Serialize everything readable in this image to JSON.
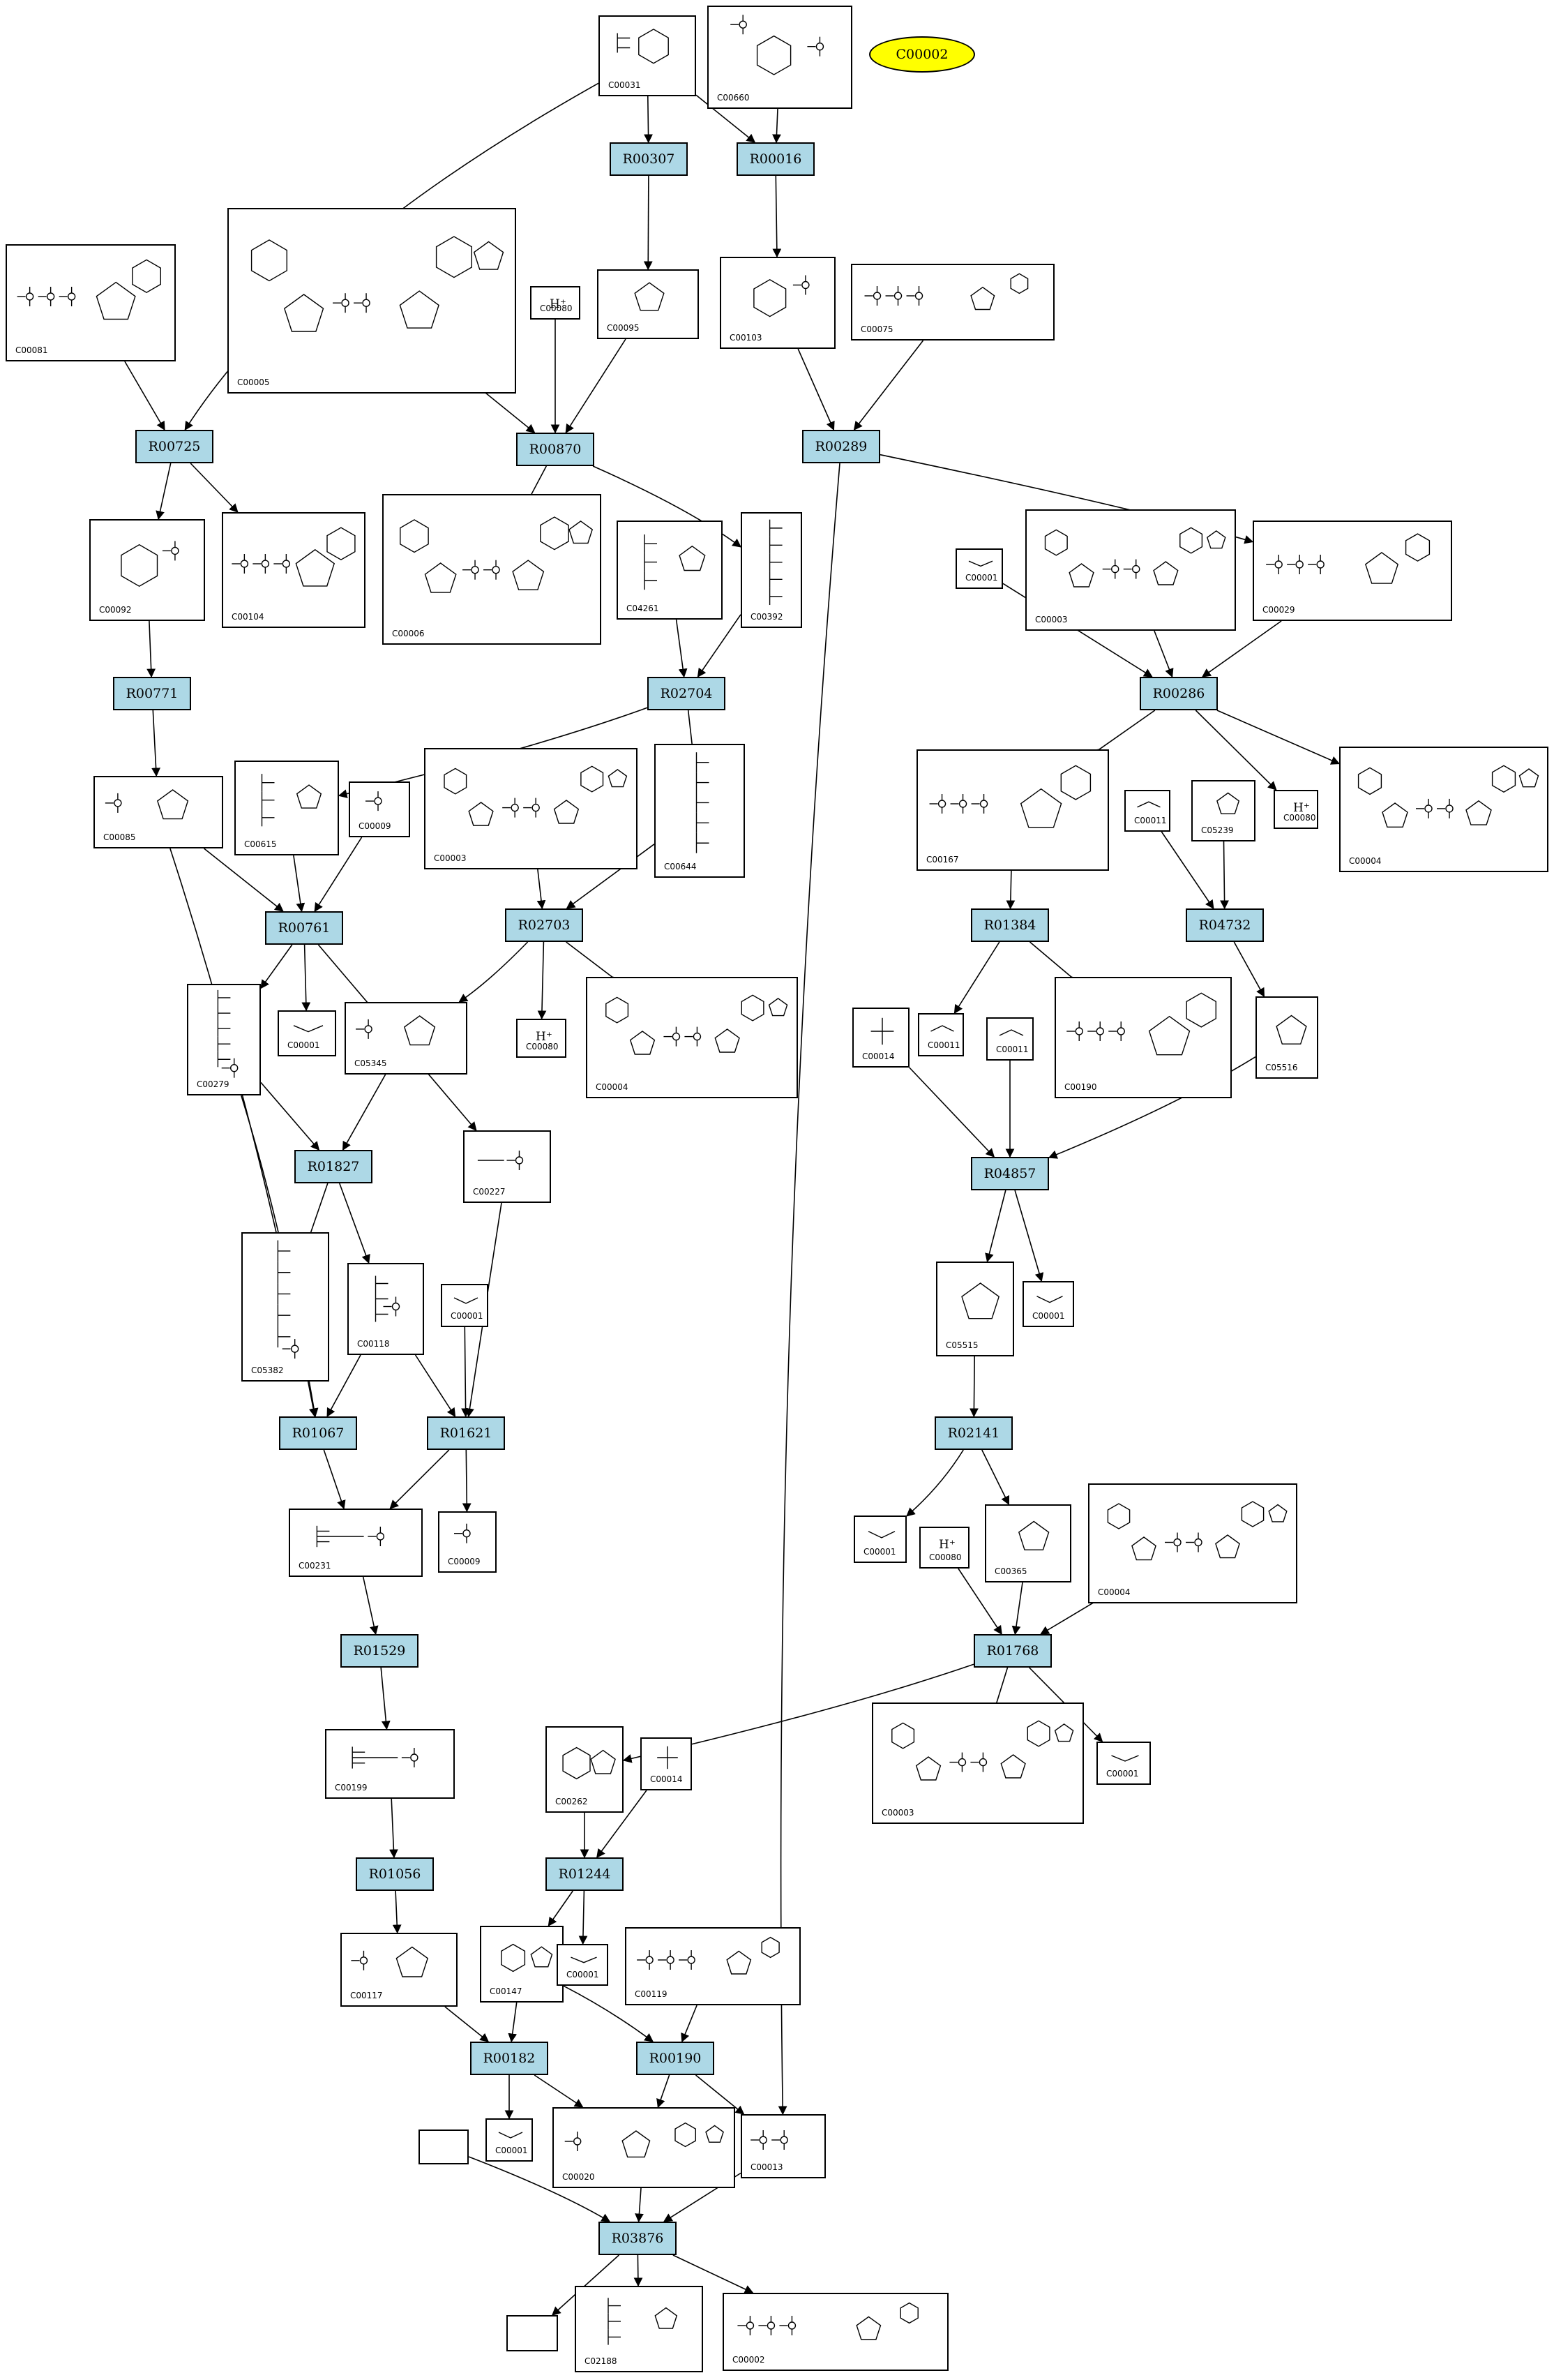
{
  "start_node": {
    "id": "C00002"
  },
  "hplus_label": "H⁺",
  "reactions": [
    "R00307",
    "R00016",
    "R00725",
    "R00870",
    "R00289",
    "R00771",
    "R02704",
    "R00286",
    "R00761",
    "R02703",
    "R01384",
    "R04732",
    "R01827",
    "R04857",
    "R01621",
    "R01067",
    "R02141",
    "R01529",
    "R01768",
    "R01056",
    "R01244",
    "R00182",
    "R00190",
    "R03876"
  ],
  "compounds": [
    "C00031",
    "C00660",
    "C00081",
    "C00005",
    "C00080",
    "C00095",
    "C00103",
    "C00075",
    "C00092",
    "C00104",
    "C00006",
    "C04261",
    "C00392",
    "C00003",
    "C00029",
    "C00001",
    "C00085",
    "C00615",
    "C00009",
    "C00644",
    "C00167",
    "C00011",
    "C05239",
    "C00004",
    "C00279",
    "C05345",
    "C00014",
    "C00190",
    "C05516",
    "C00227",
    "C05382",
    "C00118",
    "C05515",
    "C00231",
    "C00365",
    "C00199",
    "C00262",
    "C00117",
    "C00147",
    "C00119",
    "C00020",
    "C00013",
    "C02188"
  ]
}
